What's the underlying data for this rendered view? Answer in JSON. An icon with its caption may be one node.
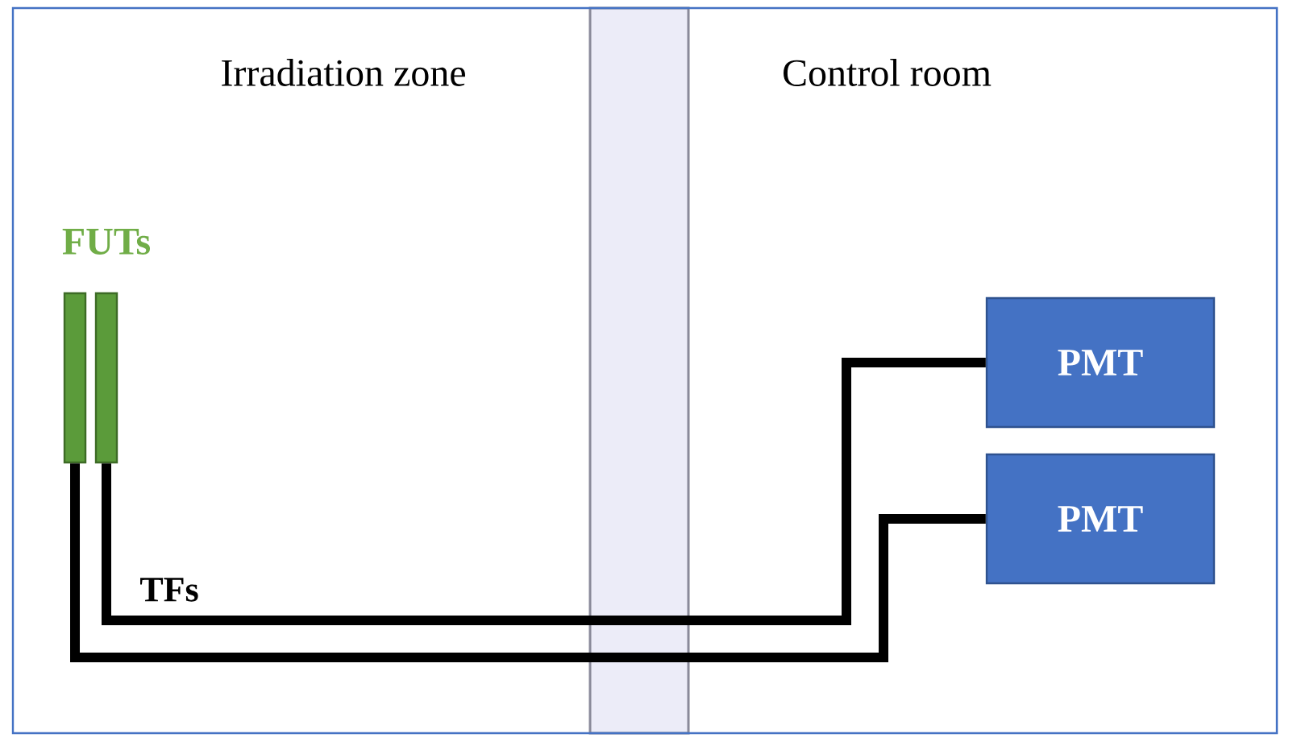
{
  "diagram": {
    "nodes": [
      {
        "text": [],
        "shape": "bar"
      },
      {
        "text": [],
        "shape": "bar"
      },
      {
        "text": [
          "PMT"
        ]
      },
      {
        "text": [
          "PMT"
        ]
      }
    ],
    "edges": [
      {
        "from": 0,
        "to": 3,
        "arrow": "none"
      },
      {
        "from": 1,
        "to": 2,
        "arrow": "none"
      }
    ],
    "labels": [
      "Irradiation zone",
      "Control room",
      "FUTs",
      "TFs"
    ]
  }
}
